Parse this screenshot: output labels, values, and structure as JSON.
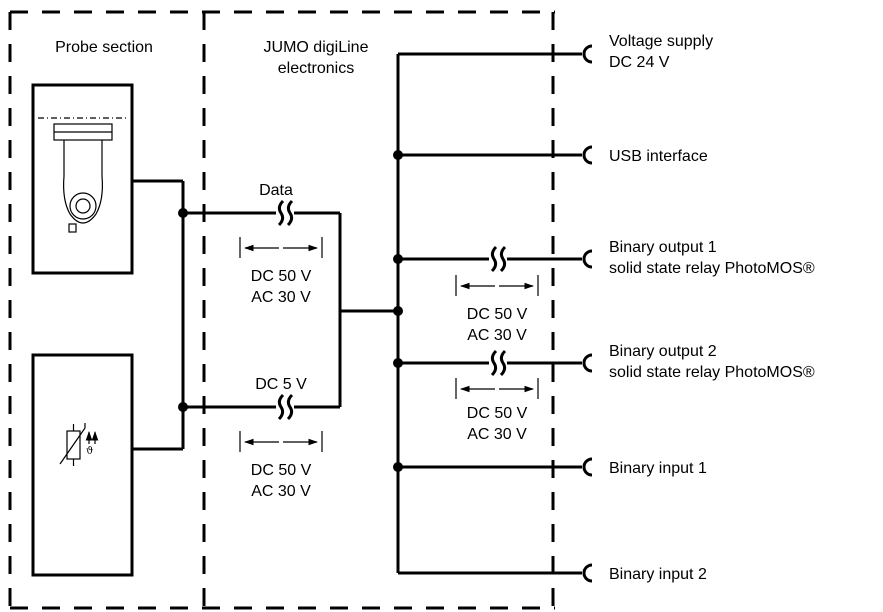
{
  "sections": {
    "probe": "Probe section",
    "electronics_line1": "JUMO digiLine",
    "electronics_line2": "electronics"
  },
  "signals": {
    "data": "Data",
    "dc5": "DC 5 V"
  },
  "isolation": {
    "dc": "DC 50 V",
    "ac": "AC 30 V"
  },
  "interfaces": {
    "voltage_line1": "Voltage supply",
    "voltage_line2": "DC 24 V",
    "usb": "USB interface",
    "out1_line1": "Binary output 1",
    "out1_line2": "solid state relay PhotoMOS®",
    "out2_line1": "Binary output 2",
    "out2_line2": "solid state relay PhotoMOS®",
    "in1": "Binary input 1",
    "in2": "Binary input 2"
  }
}
